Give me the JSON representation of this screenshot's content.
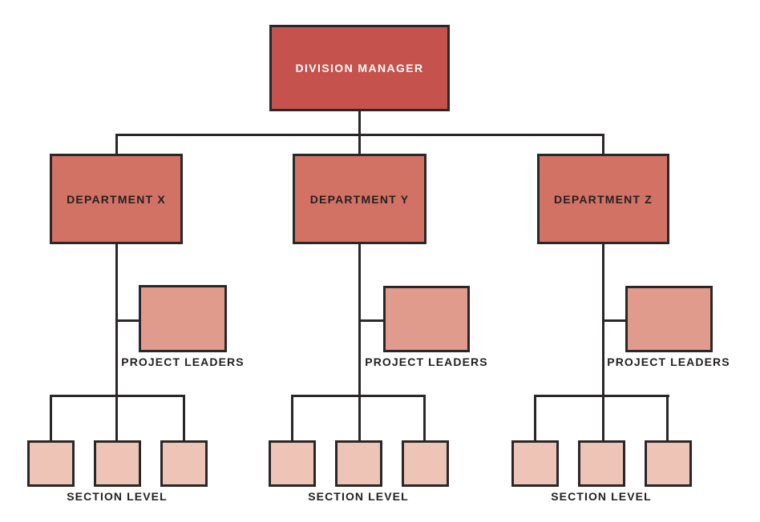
{
  "chart": {
    "type": "org-chart",
    "root": {
      "label": "DIVISION MANAGER"
    },
    "columns": [
      {
        "department_label": "DEPARTMENT X",
        "project_label": "PROJECT LEADERS",
        "section_label": "SECTION LEVEL",
        "section_box_count": 3
      },
      {
        "department_label": "DEPARTMENT Y",
        "project_label": "PROJECT LEADERS",
        "section_label": "SECTION LEVEL",
        "section_box_count": 3
      },
      {
        "department_label": "DEPARTMENT Z",
        "project_label": "PROJECT LEADERS",
        "section_label": "SECTION LEVEL",
        "section_box_count": 3
      }
    ],
    "colors": {
      "division_fill": "#C5524C",
      "department_fill": "#D27265",
      "project_fill": "#E19B8D",
      "section_fill": "#EEC4B6",
      "line": "#2B2728",
      "label_text": "#231F20",
      "division_text": "#FFFFFF"
    }
  }
}
